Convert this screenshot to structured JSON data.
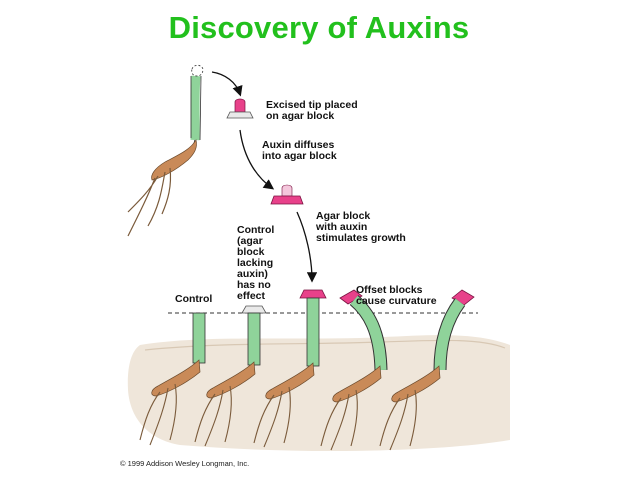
{
  "title": "Discovery of Auxins",
  "labels": {
    "excised_tip": [
      "Excised tip placed",
      "on agar block"
    ],
    "auxin_diffuses": [
      "Auxin diffuses",
      "into agar block"
    ],
    "agar_with_auxin": [
      "Agar block",
      "with auxin",
      "stimulates growth"
    ],
    "control_agar": [
      "Control",
      "(agar",
      "block",
      "lacking",
      "auxin)",
      "has no",
      "effect"
    ],
    "control": "Control",
    "offset_blocks": [
      "Offset blocks",
      "cause curvature"
    ]
  },
  "copyright": "© 1999 Addison Wesley Longman, Inc.",
  "colors": {
    "title": "#22c01d",
    "coleoptile": "#8fd39a",
    "auxin_block": "#e8418a",
    "plain_block": "#e9e9e9",
    "soil": "#efe6da",
    "seed": "#c98a58",
    "root": "#7a5a3a"
  }
}
